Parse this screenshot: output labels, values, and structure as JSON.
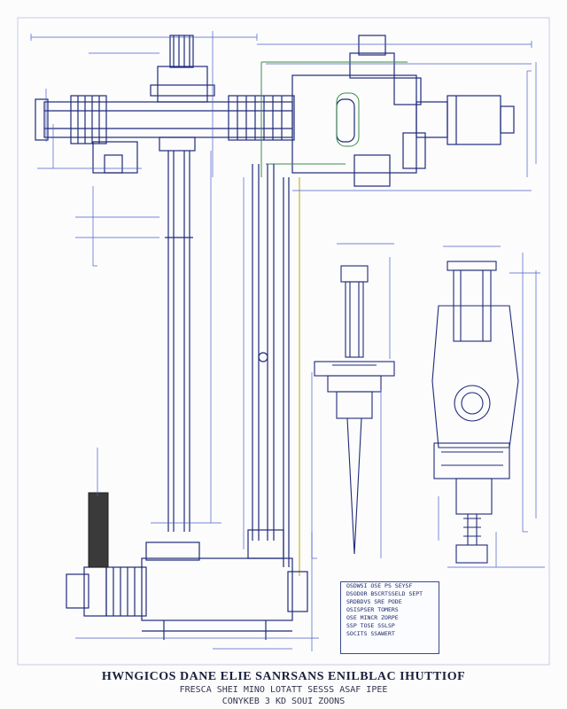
{
  "drawing": {
    "title_lines": [
      "HWNGICOS DANE ELIE SANRSANS ENILBLAC IHUTTIOF",
      "FRESCA  SHEI  MINO  LOTATT  SESSS  ASAF  IPEE",
      "CONYKEB  3  KD  SOUI  ZOONS"
    ],
    "legend_rows": [
      "OSDWSI  OSE  PS  SEYSF",
      "DSODOR  BSCRTSSELD  SEPT",
      "SRDBDVS  SRE  PODE",
      "OSISPSER  TOMERS",
      "OSE  MINCR  ZORPE",
      "SSP  TOSE  SSLSP",
      "SOCITS  SSAWERT"
    ],
    "colors": {
      "line_primary": "#1f2a78",
      "line_secondary": "#4a5fc8",
      "accent_green": "#3c8a4a",
      "accent_yellow": "#c9c34a",
      "fill_dark": "#3a3a3a",
      "background": "#fcfcfd"
    }
  }
}
